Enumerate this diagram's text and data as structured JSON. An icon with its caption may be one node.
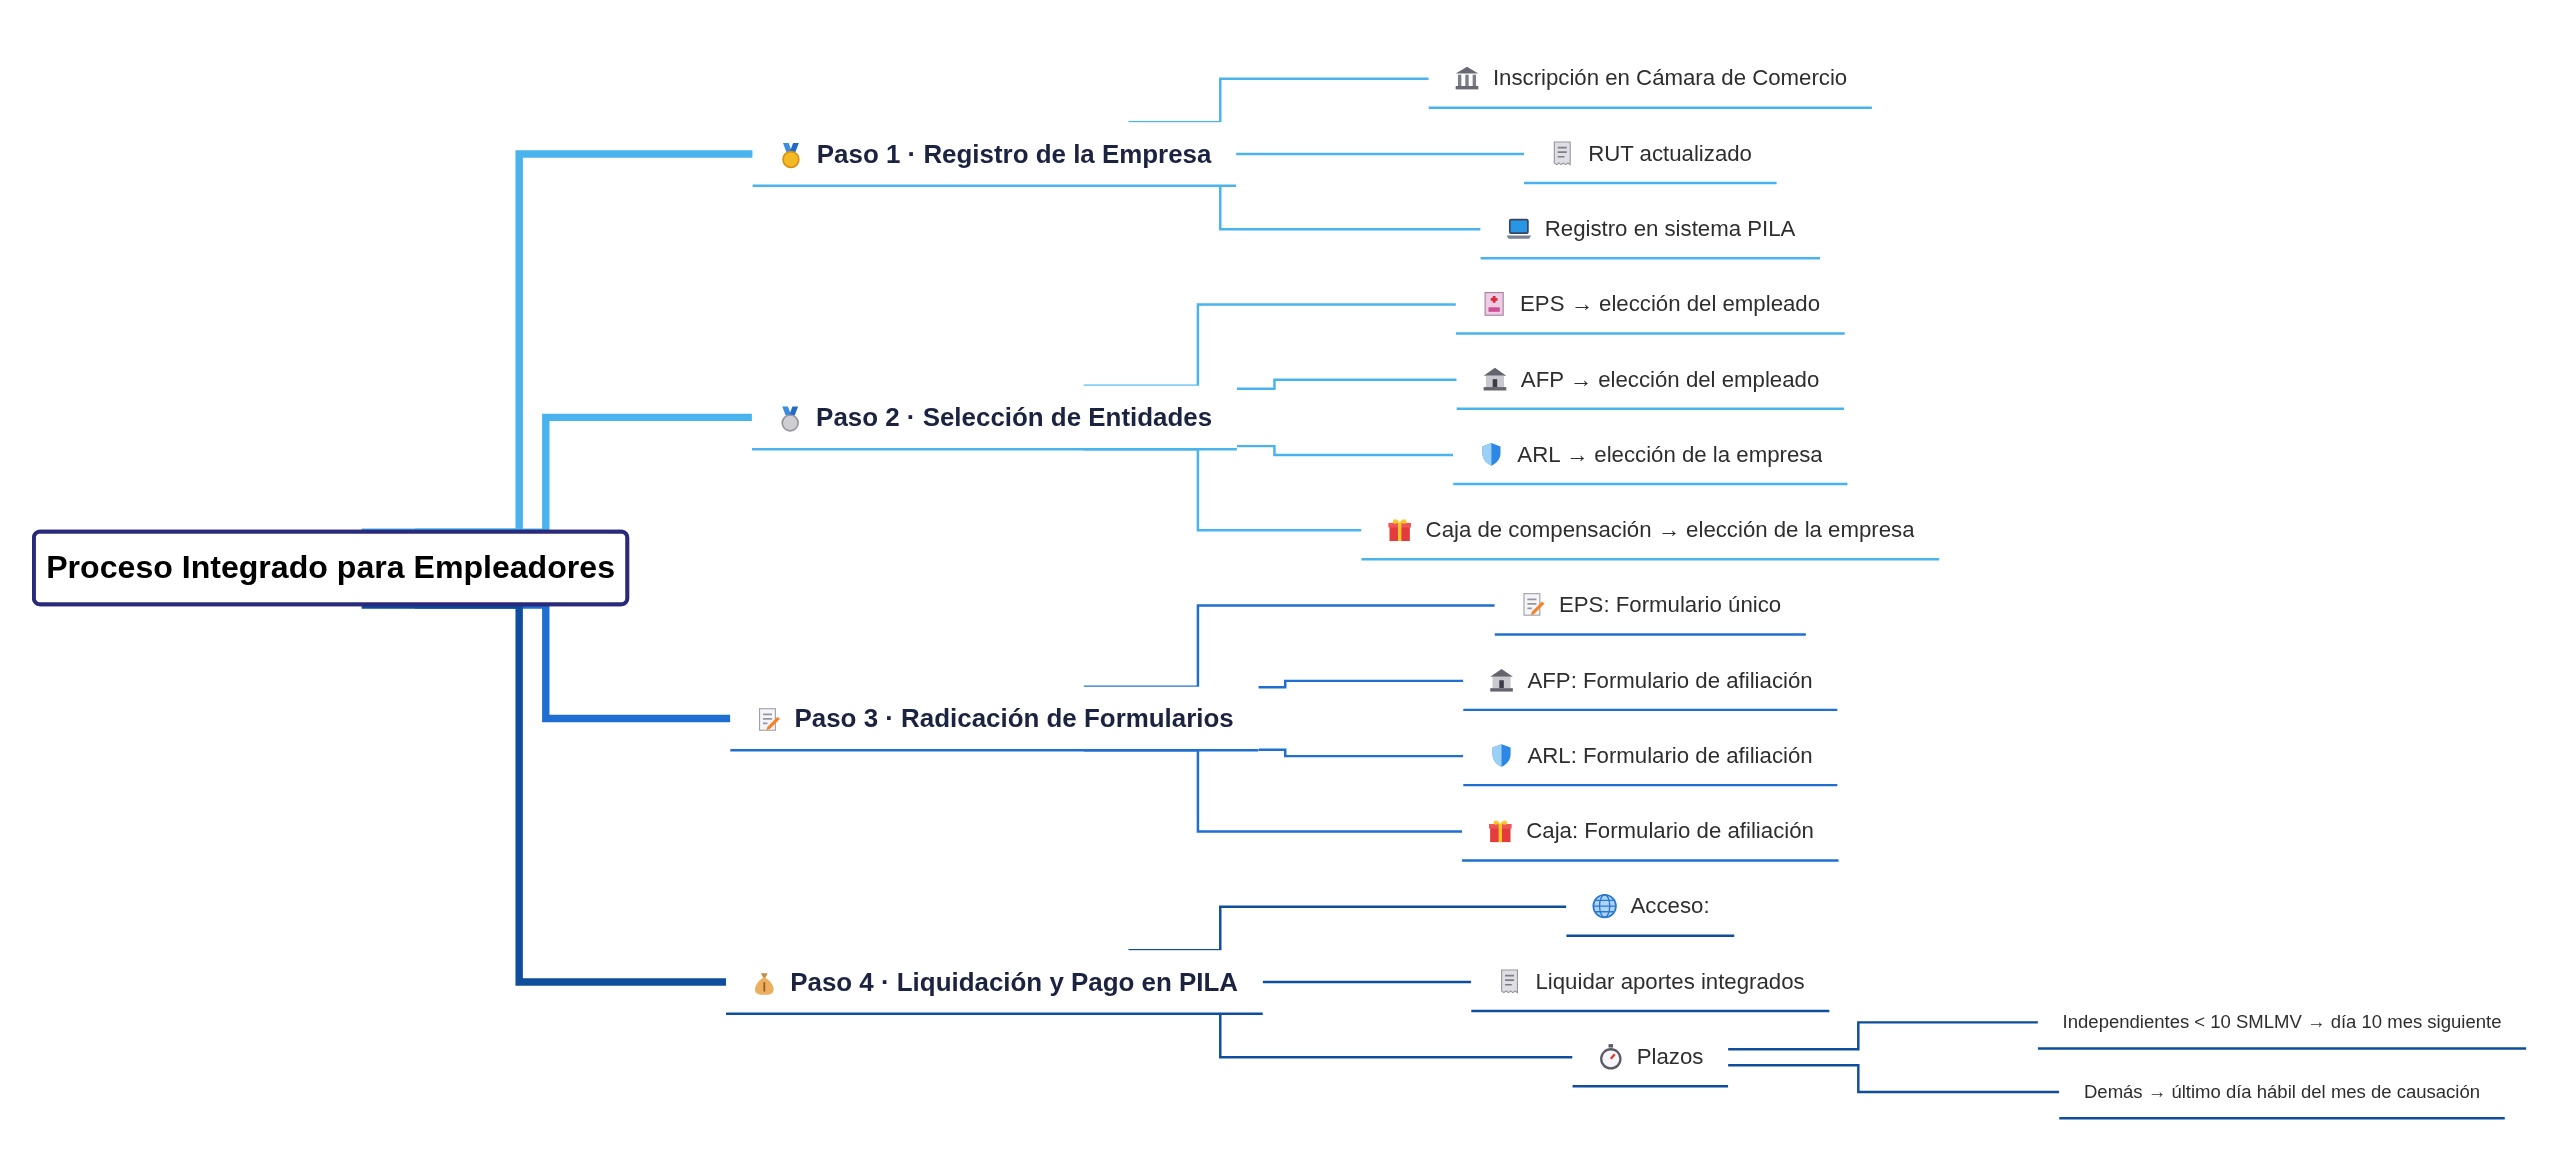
{
  "diagram": {
    "nodes": [
      {
        "text": [
          "Proceso Integrado para Empleadores"
        ]
      },
      {
        "text": [
          "Paso 1 · Registro de la Empresa"
        ]
      },
      {
        "text": [
          "Inscripción en Cámara de Comercio"
        ]
      },
      {
        "text": [
          "RUT actualizado"
        ]
      },
      {
        "text": [
          "Registro en sistema PILA"
        ]
      },
      {
        "text": [
          "Paso 2 · Selección de Entidades"
        ]
      },
      {
        "text": [
          "EPS → elección del empleado"
        ]
      },
      {
        "text": [
          "AFP → elección del empleado"
        ]
      },
      {
        "text": [
          "ARL → elección de la empresa"
        ]
      },
      {
        "text": [
          "Caja de compensación → elección de la empresa"
        ]
      },
      {
        "text": [
          "Paso 3 · Radicación de Formularios"
        ]
      },
      {
        "text": [
          "EPS: Formulario único"
        ]
      },
      {
        "text": [
          "AFP: Formulario de afiliación"
        ]
      },
      {
        "text": [
          "ARL: Formulario de afiliación"
        ]
      },
      {
        "text": [
          "Caja: Formulario de afiliación"
        ]
      },
      {
        "text": [
          "Paso 4 · Liquidación y Pago en PILA"
        ]
      },
      {
        "text": [
          "Acceso:"
        ]
      },
      {
        "text": [
          "Liquidar aportes integrados"
        ]
      },
      {
        "text": [
          "Plazos"
        ]
      },
      {
        "text": [
          "Independientes < 10 SMLMV → día 10 mes siguiente"
        ]
      },
      {
        "text": [
          "Demás → último día hábil del mes de causación"
        ]
      }
    ],
    "edges": [
      {
        "from": 0,
        "to": 1,
        "arrow": "none",
        "style": "thick"
      },
      {
        "from": 1,
        "to": 2,
        "arrow": "none"
      },
      {
        "from": 1,
        "to": 3,
        "arrow": "none"
      },
      {
        "from": 1,
        "to": 4,
        "arrow": "none"
      },
      {
        "from": 0,
        "to": 5,
        "arrow": "none",
        "style": "thick"
      },
      {
        "from": 5,
        "to": 6,
        "arrow": "none"
      },
      {
        "from": 5,
        "to": 7,
        "arrow": "none"
      },
      {
        "from": 5,
        "to": 8,
        "arrow": "none"
      },
      {
        "from": 5,
        "to": 9,
        "arrow": "none"
      },
      {
        "from": 0,
        "to": 10,
        "arrow": "none",
        "style": "thick",
        "color": "#1f6fd0"
      },
      {
        "from": 10,
        "to": 11,
        "arrow": "none",
        "color": "#1f6fd0"
      },
      {
        "from": 10,
        "to": 12,
        "arrow": "none",
        "color": "#1f6fd0"
      },
      {
        "from": 10,
        "to": 13,
        "arrow": "none",
        "color": "#1f6fd0"
      },
      {
        "from": 10,
        "to": 14,
        "arrow": "none",
        "color": "#1f6fd0"
      },
      {
        "from": 0,
        "to": 15,
        "arrow": "none",
        "style": "thick",
        "color": "#0e4e9c"
      },
      {
        "from": 15,
        "to": 16,
        "arrow": "none",
        "color": "#0e4e9c"
      },
      {
        "from": 15,
        "to": 17,
        "arrow": "none",
        "color": "#0e4e9c"
      },
      {
        "from": 15,
        "to": 18,
        "arrow": "none",
        "color": "#0e4e9c"
      },
      {
        "from": 18,
        "to": 19,
        "arrow": "none",
        "color": "#0e4e9c"
      },
      {
        "from": 18,
        "to": 20,
        "arrow": "none",
        "color": "#0e4e9c"
      }
    ]
  }
}
